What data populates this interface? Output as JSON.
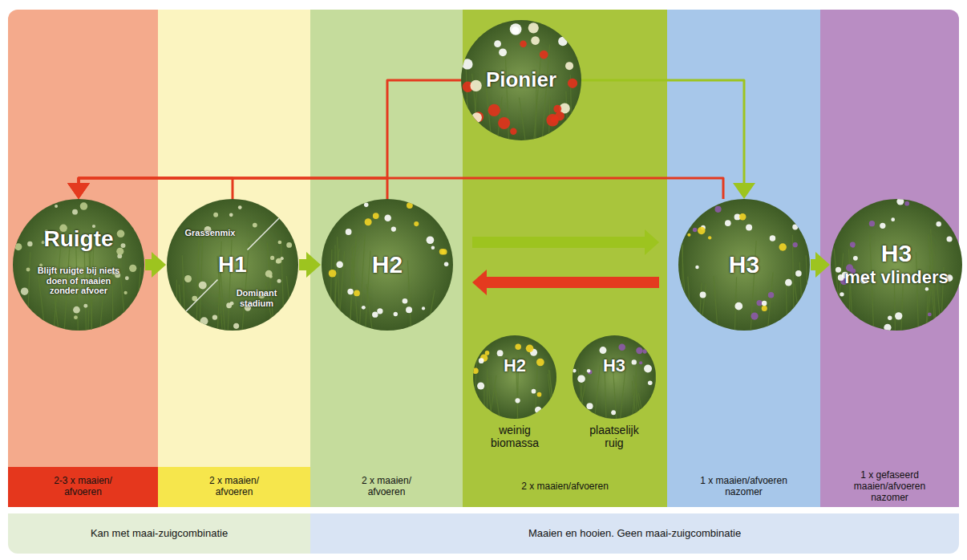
{
  "diagram": {
    "nodes": [
      {
        "text": [
          "Pionier"
        ]
      },
      {
        "text": [
          "Ruigte",
          "Blijft ruigte bij niets doen of maaien zonder afvoer"
        ]
      },
      {
        "text": [
          "Grassenmix",
          "H1",
          "Dominant stadium"
        ]
      },
      {
        "text": [
          "H2"
        ]
      },
      {
        "text": [
          "H2",
          "weinig biomassa"
        ]
      },
      {
        "text": [
          "H3",
          "plaatselijk ruig"
        ]
      },
      {
        "text": [
          "H3"
        ]
      },
      {
        "text": [
          "H3",
          "met vlinders"
        ]
      },
      {
        "text": [
          "2-3 x maaien/ afvoeren"
        ]
      },
      {
        "text": [
          "2 x maaien/ afvoeren"
        ]
      },
      {
        "text": [
          "2 x maaien/ afvoeren"
        ]
      },
      {
        "text": [
          "2 x maaien/afvoeren"
        ]
      },
      {
        "text": [
          "1 x maaien/afvoeren nazomer"
        ]
      },
      {
        "text": [
          "1 x gefaseerd maaien/afvoeren nazomer"
        ]
      },
      {
        "text": [
          "Kan met maai-zuigcombinatie"
        ]
      },
      {
        "text": [
          "Maaien en hooien. Geen maai-zuigcombinatie"
        ]
      }
    ],
    "edges": [
      {
        "from": 1,
        "to": 2,
        "arrow": "to"
      },
      {
        "from": 2,
        "to": 3,
        "arrow": "to"
      },
      {
        "from": 3,
        "to": 6,
        "arrow": "to"
      },
      {
        "from": 6,
        "to": 3,
        "arrow": "to"
      },
      {
        "from": 6,
        "to": 7,
        "arrow": "to"
      },
      {
        "from": 0,
        "to": 6,
        "arrow": "to"
      },
      {
        "from": 0,
        "to": 1,
        "arrow": "to"
      },
      {
        "from": 2,
        "to": 1,
        "arrow": "to"
      },
      {
        "from": 3,
        "to": 1,
        "arrow": "to"
      },
      {
        "from": 6,
        "to": 1,
        "arrow": "to"
      }
    ]
  }
}
